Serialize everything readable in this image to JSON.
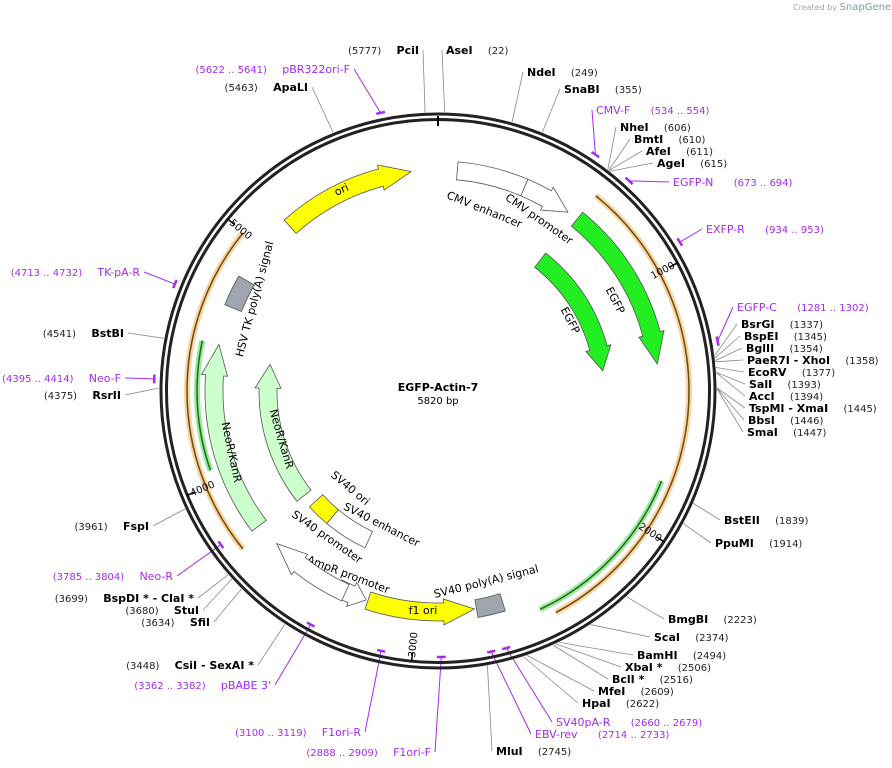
{
  "credit": {
    "prefix": "Created by",
    "brand": "SnapGene"
  },
  "plasmid": {
    "name": "EGFP-Actin-7",
    "length_label": "5820 bp",
    "length": 5820
  },
  "ticks": [
    {
      "bp": 1000,
      "label": "1000"
    },
    {
      "bp": 2000,
      "label": "2000"
    },
    {
      "bp": 3000,
      "label": "3000"
    },
    {
      "bp": 4000,
      "label": "4000"
    },
    {
      "bp": 5000,
      "label": "5000"
    }
  ],
  "colors": {
    "ring": "#222222",
    "primer": "#a52af0",
    "egfp": "#22ee22",
    "neo": "#ccffcc",
    "ori": "#ffff00",
    "polyA": "#a0a6ad",
    "promoter": "#ffffff",
    "orange": "#f0a030"
  },
  "sites": [
    {
      "name": "PciI",
      "pos": 5777
    },
    {
      "name": "AseI",
      "pos": 22
    },
    {
      "name": "NdeI",
      "pos": 249
    },
    {
      "name": "SnaBI",
      "pos": 355
    },
    {
      "name": "NheI",
      "pos": 606
    },
    {
      "name": "BmtI",
      "pos": 610
    },
    {
      "name": "AfeI",
      "pos": 611
    },
    {
      "name": "AgeI",
      "pos": 615
    },
    {
      "name": "BsrGI",
      "pos": 1337
    },
    {
      "name": "BspEI",
      "pos": 1345
    },
    {
      "name": "BglII",
      "pos": 1354
    },
    {
      "name": "PaeR7I   - XhoI",
      "pos": 1358
    },
    {
      "name": "EcoRV",
      "pos": 1377
    },
    {
      "name": "SalI",
      "pos": 1393
    },
    {
      "name": "AccI",
      "pos": 1394
    },
    {
      "name": "TspMI   - XmaI",
      "pos": 1445
    },
    {
      "name": "BbsI",
      "pos": 1446
    },
    {
      "name": "SmaI",
      "pos": 1447
    },
    {
      "name": "BstEII",
      "pos": 1839
    },
    {
      "name": "PpuMI",
      "pos": 1914
    },
    {
      "name": "BmgBI",
      "pos": 2223
    },
    {
      "name": "ScaI",
      "pos": 2374
    },
    {
      "name": "BamHI",
      "pos": 2494
    },
    {
      "name": "XbaI *",
      "pos": 2506
    },
    {
      "name": "BclI *",
      "pos": 2516
    },
    {
      "name": "MfeI",
      "pos": 2609
    },
    {
      "name": "HpaI",
      "pos": 2622
    },
    {
      "name": "MluI",
      "pos": 2745
    },
    {
      "name": "CsiI  - SexAI *",
      "pos": 3448
    },
    {
      "name": "SfiI",
      "pos": 3634
    },
    {
      "name": "StuI",
      "pos": 3680
    },
    {
      "name": "BspDI *  - ClaI *",
      "pos": 3699
    },
    {
      "name": "FspI",
      "pos": 3961
    },
    {
      "name": "RsrII",
      "pos": 4375
    },
    {
      "name": "BstBI",
      "pos": 4541
    },
    {
      "name": "ApaLI",
      "pos": 5463
    }
  ],
  "primers": [
    {
      "name": "pBR322ori-F",
      "range": "(5622 .. 5641)",
      "start": 5622,
      "end": 5641
    },
    {
      "name": "CMV-F",
      "range": "(534 .. 554)",
      "start": 534,
      "end": 554
    },
    {
      "name": "EGFP-N",
      "range": "(673 .. 694)",
      "start": 673,
      "end": 694
    },
    {
      "name": "EXFP-R",
      "range": "(934 .. 953)",
      "start": 934,
      "end": 953
    },
    {
      "name": "EGFP-C",
      "range": "(1281 .. 1302)",
      "start": 1281,
      "end": 1302
    },
    {
      "name": "SV40pA-R",
      "range": "(2660 .. 2679)",
      "start": 2660,
      "end": 2679
    },
    {
      "name": "EBV-rev",
      "range": "(2714 .. 2733)",
      "start": 2714,
      "end": 2733
    },
    {
      "name": "F1ori-F",
      "range": "(2888 .. 2909)",
      "start": 2888,
      "end": 2909
    },
    {
      "name": "F1ori-R",
      "range": "(3100 .. 3119)",
      "start": 3100,
      "end": 3119
    },
    {
      "name": "pBABE 3'",
      "range": "(3362 .. 3382)",
      "start": 3362,
      "end": 3382
    },
    {
      "name": "Neo-R",
      "range": "(3785 .. 3804)",
      "start": 3785,
      "end": 3804
    },
    {
      "name": "Neo-F",
      "range": "(4395 .. 4414)",
      "start": 4395,
      "end": 4414
    },
    {
      "name": "TK-pA-R",
      "range": "(4713 .. 4732)",
      "start": 4713,
      "end": 4732
    }
  ],
  "features": [
    {
      "name": "ori",
      "start": 5141,
      "end": 5707,
      "strand": 1,
      "color": "#ffff00",
      "type": "arrow"
    },
    {
      "name": "CMV enhancer",
      "start": 81,
      "end": 372,
      "strand": 0,
      "color": "#ffffff",
      "type": "box"
    },
    {
      "name": "CMV promoter",
      "start": 372,
      "end": 582,
      "strand": 1,
      "color": "#ffffff",
      "type": "arrow"
    },
    {
      "name": "EGFP",
      "start": 630,
      "end": 1342,
      "strand": 1,
      "color": "#22ee22",
      "type": "arrow"
    },
    {
      "name": "EGFP",
      "start": 614,
      "end": 1342,
      "strand": 1,
      "color": "#22ee22",
      "type": "arrow"
    },
    {
      "name": "SV40 poly(A) signal",
      "start": 2635,
      "end": 2748,
      "strand": 0,
      "color": "#a0a6ad",
      "type": "box"
    },
    {
      "name": "f1 ori",
      "start": 2757,
      "end": 3209,
      "strand": -1,
      "color": "#ffff00",
      "type": "arrow"
    },
    {
      "name": "AmpR promoter",
      "start": 3217,
      "end": 3347,
      "strand": -1,
      "color": "#ffffff",
      "type": "arrow"
    },
    {
      "name": "SV40 promoter",
      "start": 3309,
      "end": 3663,
      "strand": 1,
      "color": "#ffffff",
      "type": "arrow"
    },
    {
      "name": "SV40 enhancer",
      "start": 3314,
      "end": 3557,
      "strand": 0,
      "color": "#ffffff",
      "type": "box"
    },
    {
      "name": "SV40 ori",
      "start": 3557,
      "end": 3686,
      "strand": 0,
      "color": "#ffff00",
      "type": "box"
    },
    {
      "name": "NeoR/KanR",
      "start": 3767,
      "end": 4559,
      "strand": 1,
      "color": "#ccffcc",
      "type": "arrow"
    },
    {
      "name": "NeoR/KanR",
      "start": 3751,
      "end": 4510,
      "strand": 1,
      "color": "#ccffcc",
      "type": "arrow"
    },
    {
      "name": "HSV TK poly(A) signal",
      "start": 4721,
      "end": 4850,
      "strand": 0,
      "color": "#a0a6ad",
      "type": "box"
    }
  ],
  "orfs": [
    {
      "start": 630,
      "end": 2457,
      "color": "#f0a030"
    },
    {
      "start": 1810,
      "end": 2505,
      "color": "#22cc22"
    },
    {
      "start": 3735,
      "end": 4996,
      "color": "#f0a030"
    },
    {
      "start": 4054,
      "end": 4560,
      "color": "#22cc22"
    }
  ]
}
